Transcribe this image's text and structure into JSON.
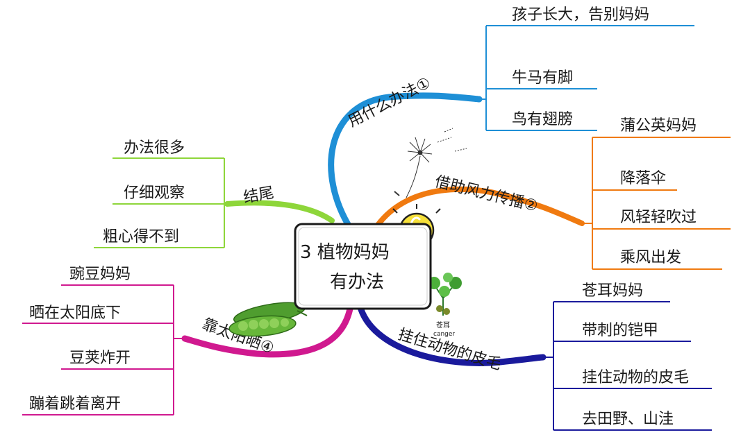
{
  "center": {
    "line1": "3 植物妈妈",
    "line2": "有办法"
  },
  "colors": {
    "blue": "#1e8fd6",
    "orange": "#f07a10",
    "green": "#8ed63a",
    "magenta": "#d0198f",
    "navy": "#1a1a9c"
  },
  "branches": {
    "top": {
      "label": "用什么办法①",
      "leaves": [
        "孩子长大，告别妈妈",
        "牛马有脚",
        "鸟有翅膀"
      ]
    },
    "wind": {
      "label": "借助风力传播②",
      "leaves": [
        "蒲公英妈妈",
        "降落伞",
        "风轻轻吹过",
        "乘风出发"
      ]
    },
    "end": {
      "label": "结尾",
      "leaves": [
        "办法很多",
        "仔细观察",
        "粗心得不到"
      ]
    },
    "sun": {
      "label": "靠太阳晒④",
      "leaves": [
        "豌豆妈妈",
        "晒在太阳底下",
        "豆荚炸开",
        "蹦着跳着离开"
      ]
    },
    "animal": {
      "label": "挂住动物的皮毛",
      "leaves": [
        "苍耳妈妈",
        "带刺的铠甲",
        "挂住动物的皮毛",
        "去田野、山洼"
      ]
    }
  },
  "illustrations": {
    "cocklebur_caption": "苍耳",
    "cocklebur_caption_en": "canger"
  }
}
